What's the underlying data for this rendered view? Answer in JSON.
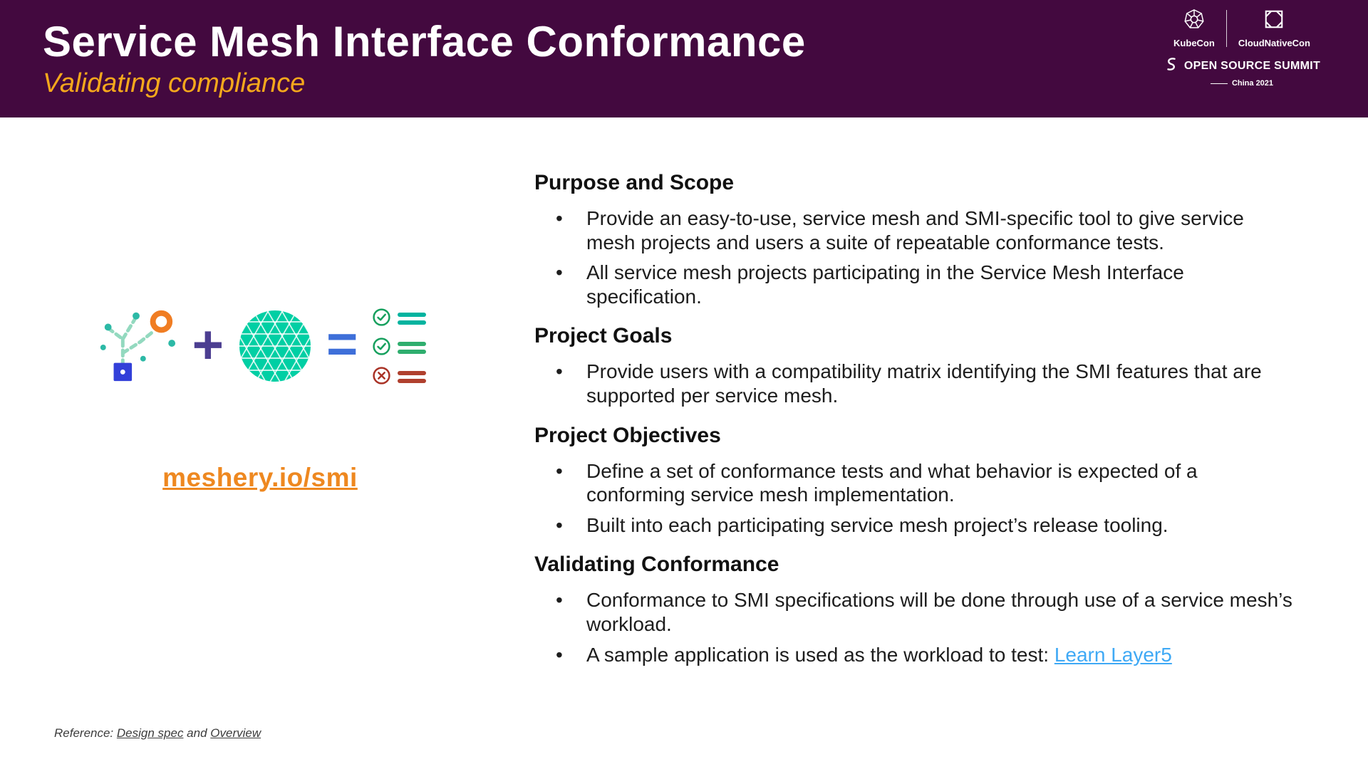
{
  "header": {
    "title": "Service Mesh Interface Conformance",
    "subtitle": "Validating compliance",
    "logos": {
      "kubecon_label": "KubeCon",
      "cloudnativecon_label": "CloudNativeCon",
      "summit_label": "OPEN SOURCE SUMMIT",
      "location_label": "China 2021"
    }
  },
  "left": {
    "plus": "+",
    "equals": "=",
    "link": "meshery.io/smi"
  },
  "sections": [
    {
      "heading": "Purpose and Scope",
      "bullets": [
        "Provide an easy-to-use, service mesh and SMI-specific tool to give service mesh projects and users a suite of repeatable conformance tests.",
        "All service mesh projects participating in the Service Mesh Interface specification."
      ]
    },
    {
      "heading": "Project Goals",
      "bullets": [
        "Provide users with a compatibility matrix identifying the SMI features that are supported per service mesh."
      ]
    },
    {
      "heading": "Project Objectives",
      "bullets": [
        "Define a set of conformance tests and what behavior is expected of a conforming service mesh implementation.",
        "Built into each participating service mesh project’s release tooling."
      ]
    },
    {
      "heading": "Validating Conformance",
      "bullets": [
        "Conformance to SMI specifications will be done through use of a service mesh’s workload.",
        "A sample application is used as the workload to test: "
      ],
      "link_label": "Learn Layer5"
    }
  ],
  "footer": {
    "prefix": "Reference: ",
    "link1": "Design spec",
    "and": " and ",
    "link2": "Overview"
  },
  "colors": {
    "header_bg": "#43093f",
    "subtitle_orange": "#f5a81c",
    "meshery_link_orange": "#ee8820",
    "learn_link_blue": "#3fa9f5",
    "meshery_teal": "#00cfa4",
    "plus_purple": "#4c3e91",
    "equals_blue": "#3e6fd9",
    "check_green": "#17a05e",
    "cross_red": "#a93226",
    "bar_teal": "#00b39f",
    "bar_green": "#2fae6e",
    "bar_red": "#b0402e"
  }
}
